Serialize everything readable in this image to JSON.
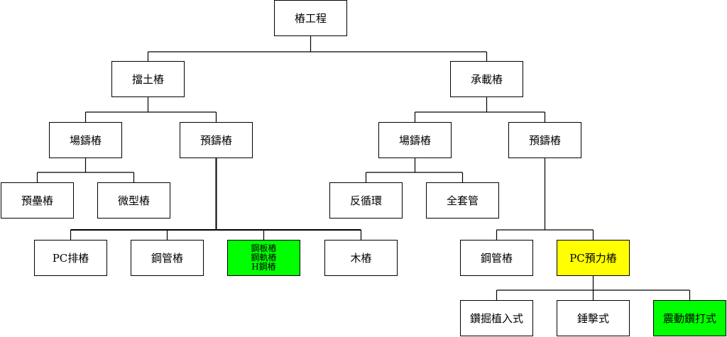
{
  "colors": {
    "green": "#00ff00",
    "yellow": "#ffff00",
    "line": "#000000"
  },
  "nodes": {
    "root": "樁工程",
    "retaining": "擋土樁",
    "bearing": "承載樁",
    "r_cast": "場鑄樁",
    "r_pre": "預鑄樁",
    "b_cast": "場鑄樁",
    "b_pre": "預鑄樁",
    "prebored": "預壘樁",
    "micro": "微型樁",
    "reverse": "反循環",
    "casing": "全套管",
    "pc_row": "PC排樁",
    "steel_pipe_r": "鋼管樁",
    "steel_multi": [
      "鋼板樁",
      "鋼軌樁",
      "H鋼樁"
    ],
    "wood": "木樁",
    "steel_pipe_b": "鋼管樁",
    "pc_prestress": "PC預力樁",
    "drill_insert": "鑽掘植入式",
    "hammer": "錘擊式",
    "vibro": "震動鑽打式"
  }
}
